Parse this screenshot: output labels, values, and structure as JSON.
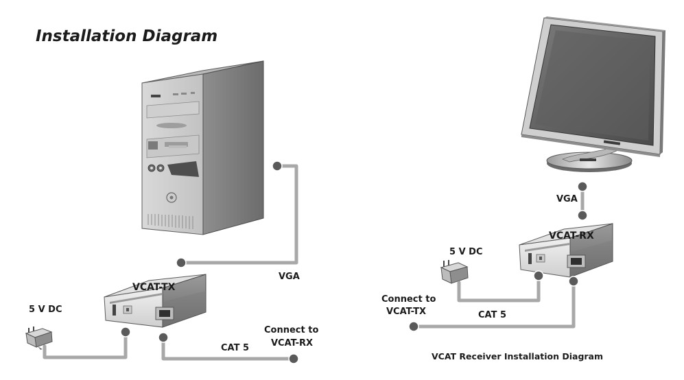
{
  "title": "Installation Diagram",
  "caption": "VCAT Receiver Installation Diagram",
  "devices": {
    "transmitter": "VCAT-TX",
    "receiver": "VCAT-RX"
  },
  "labels": {
    "vga_tx": "VGA",
    "power_tx": "5 V DC",
    "cat5_tx": "CAT 5",
    "connect_tx_1": "Connect to",
    "connect_tx_2": "VCAT-RX",
    "vga_rx": "VGA",
    "power_rx": "5 V DC",
    "cat5_rx": "CAT 5",
    "connect_rx_1": "Connect to",
    "connect_rx_2": "VCAT-TX"
  },
  "colors": {
    "cable": "#a8a8a8",
    "dot": "#5a5a5a",
    "device_light": "#e6e6e6",
    "device_dark": "#8c8c8c",
    "text": "#1b1b1b"
  }
}
